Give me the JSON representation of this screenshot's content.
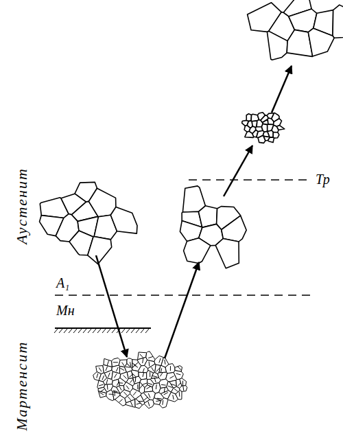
{
  "diagram": {
    "labels": [
      "Аустенит",
      "Мартенсит",
      "A₁",
      "Мн",
      "Тр"
    ]
  }
}
